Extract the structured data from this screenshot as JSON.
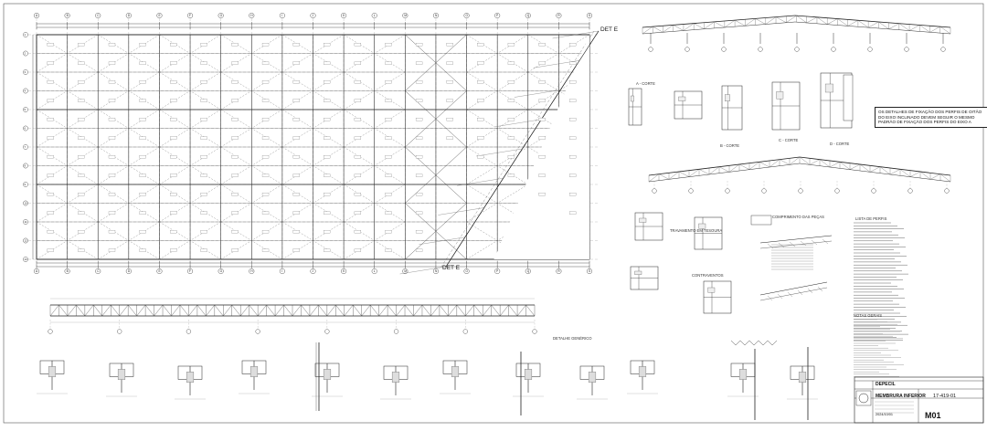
{
  "labels": {
    "det_e_top": "DET E",
    "det_e_bottom": "DET E",
    "note_fixacao": "OS DETALHES DE FIXAÇÃO DOS PERFIS DE OITÃO DO EIXO INCLINADO DEVEM SEGUIR O MESMO PADRÃO DE FIXAÇÃO DOS PERFIS DO EIXO A",
    "corte_1": "A - CORTE",
    "corte_2": "B - CORTE",
    "corte_3": "C - CORTE",
    "corte_4": "D - CORTE",
    "detalhe_generico": "DETALHE GENÉRICO",
    "contraventos": "CONTRAVENTOS",
    "travamentos": "TRAVAMENTO EM TESOURA",
    "comprimento_pecas": "COMPRIMENTO DAS PEÇAS",
    "lista_de_perfis": "LISTA DE PERFIS",
    "notas_gerais": "NOTAS GERAIS"
  },
  "title_block": {
    "company": "DEPECIL",
    "drawing_title": "MEMBRURA INFERIOR",
    "drawing_number": "17-419-01",
    "sheet": "M01",
    "date": "2024/10/01"
  },
  "grid": {
    "top_axes": [
      "A",
      "B",
      "C",
      "D",
      "E",
      "F",
      "G",
      "H",
      "I",
      "J",
      "K",
      "L",
      "M",
      "N",
      "O",
      "P",
      "Q",
      "R",
      "S"
    ],
    "rows": [
      "1",
      "2",
      "3",
      "4",
      "5",
      "6",
      "7",
      "8",
      "9",
      "10",
      "11",
      "12",
      "13"
    ]
  },
  "colors": {
    "line": "#333333",
    "light": "#9a9a9a",
    "paper": "#ffffff"
  }
}
